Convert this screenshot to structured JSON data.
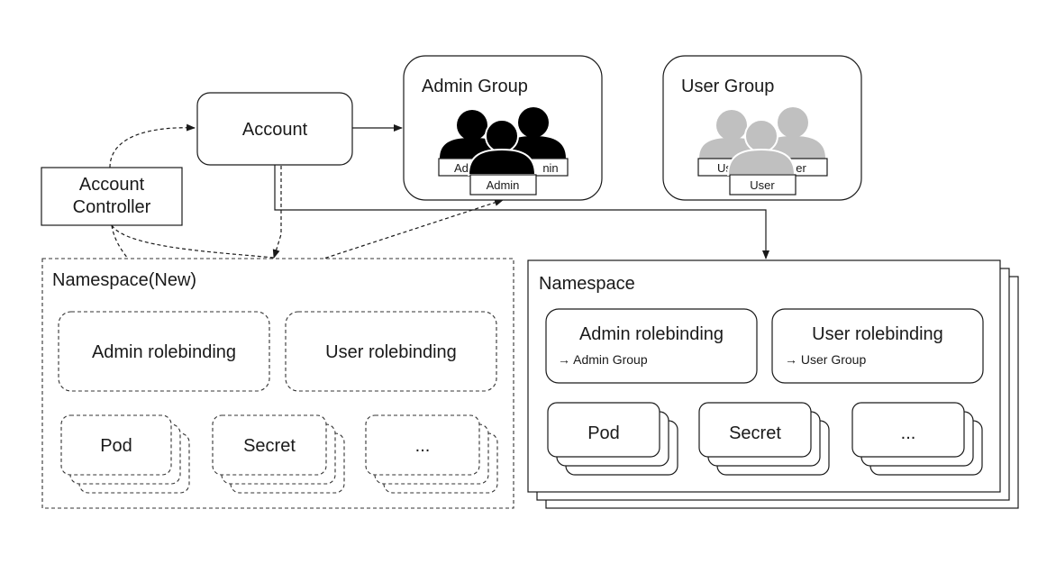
{
  "nodes": {
    "account": "Account",
    "account_controller": [
      "Account",
      "Controller"
    ],
    "admin_group": {
      "title": "Admin Group",
      "member_label": "Admin",
      "back_left_label": "Adr",
      "back_right_label": "nin"
    },
    "user_group": {
      "title": "User Group",
      "member_label": "User",
      "back_left_label": "Us",
      "back_right_label": "er"
    },
    "namespace_new": {
      "title": "Namespace(New)",
      "admin_rolebinding": "Admin rolebinding",
      "user_rolebinding": "User rolebinding",
      "resources": [
        "Pod",
        "Secret",
        "..."
      ]
    },
    "namespace": {
      "title": "Namespace",
      "admin_rolebinding": "Admin rolebinding",
      "admin_rolebinding_target": "→ Admin Group",
      "user_rolebinding": "User rolebinding",
      "user_rolebinding_target": "→ User Group",
      "resources": [
        "Pod",
        "Secret",
        "..."
      ]
    }
  },
  "colors": {
    "admin_person": "#000000",
    "user_person": "#c0c0c0",
    "user_person_outline": "#9a9a9a",
    "line": "#1a1a1a"
  }
}
